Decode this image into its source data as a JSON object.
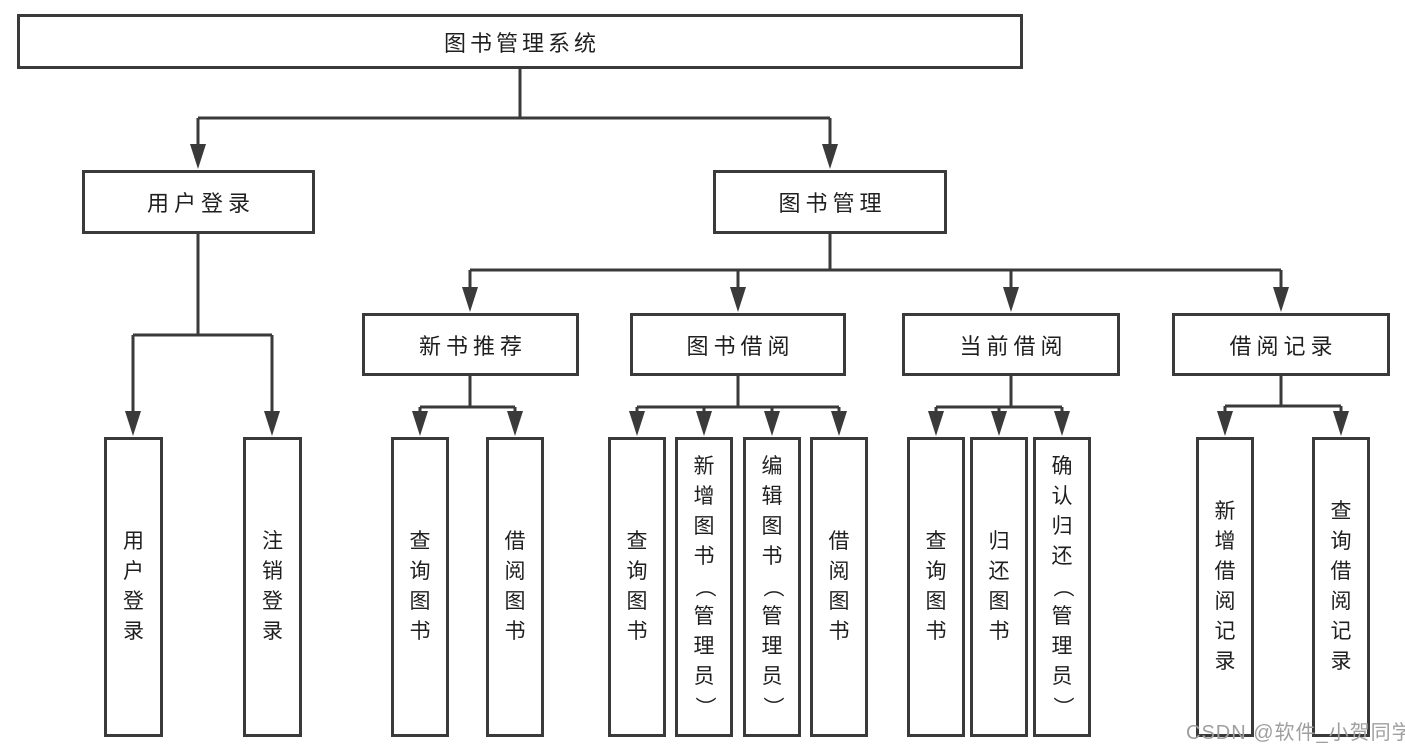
{
  "diagram": {
    "nodes": {
      "root": "图书管理系统",
      "user_login": "用户登录",
      "book_mgmt": "图书管理",
      "new_book_rec": "新书推荐",
      "book_borrow": "图书借阅",
      "current_borrow": "当前借阅",
      "borrow_records": "借阅记录",
      "user_login_v": "用户登录",
      "logout": "注销登录",
      "query_book_new": "查询图书",
      "borrow_book_new": "借阅图书",
      "query_book_borrow": "查询图书",
      "add_book_admin": "新增图书（管理员）",
      "edit_book_admin": "编辑图书（管理员）",
      "borrow_book_borrow": "借阅图书",
      "query_book_current": "查询图书",
      "return_book": "归还图书",
      "confirm_return_admin": "确认归还（管理员）",
      "add_borrow_record": "新增借阅记录",
      "query_borrow_record": "查询借阅记录"
    },
    "colors": {
      "line": "#3a3a3a",
      "text": "#1f1f1f",
      "background": "#ffffff",
      "watermark": "#9f9f9f"
    }
  },
  "watermark": "CSDN @软件_小贺同学"
}
